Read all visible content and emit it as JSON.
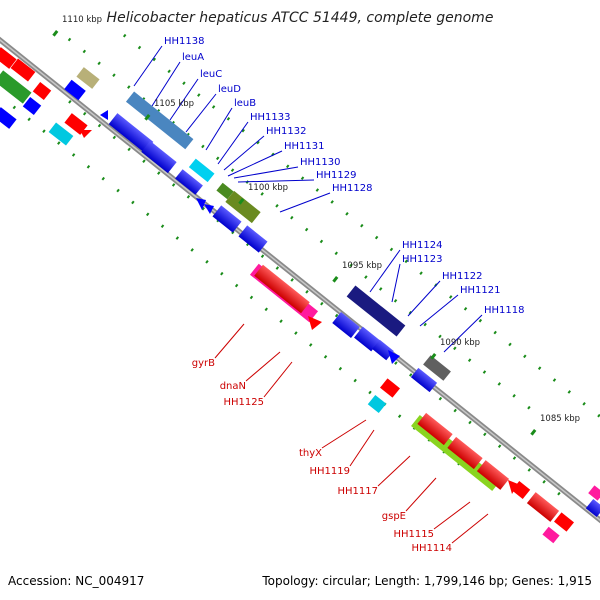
{
  "title": "Helicobacter hepaticus ATCC 51449, complete genome",
  "footer": {
    "accession": "Accession: NC_004917",
    "summary": "Topology: circular; Length: 1,799,146 bp; Genes: 1,915"
  },
  "colors": {
    "backbone": "#8a8a8a",
    "tick": "#1a8c1a",
    "forward_label": "#0000cc",
    "reverse_label": "#cc0000",
    "forward_gene": "#0000ff",
    "reverse_gene": "#ff0000"
  },
  "scale_labels": [
    "1110 kbp",
    "1105 kbp",
    "1100 kbp",
    "1095 kbp",
    "1090 kbp",
    "1085 kbp"
  ],
  "forward_gene_labels": [
    "HH1138",
    "leuA",
    "leuC",
    "leuD",
    "leuB",
    "HH1133",
    "HH1132",
    "HH1131",
    "HH1130",
    "HH1129",
    "HH1128",
    "HH1124",
    "HH1123",
    "HH1122",
    "HH1121",
    "HH1118"
  ],
  "reverse_gene_labels": [
    "gyrB",
    "dnaN",
    "HH1125",
    "thyX",
    "HH1119",
    "HH1117",
    "gspE",
    "HH1115",
    "HH1114"
  ]
}
